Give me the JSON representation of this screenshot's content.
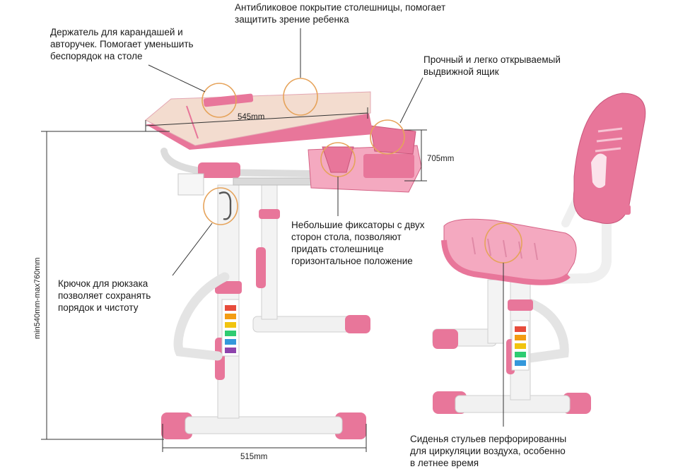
{
  "colors": {
    "pink": "#e8769a",
    "pink_light": "#f4a9c0",
    "desktop": "#f3dccf",
    "frame": "#f1f1f1",
    "frame_edge": "#cfcfcf",
    "callout_ring": "#e6a35a",
    "leader": "#333333"
  },
  "annotations": {
    "antiglare": "Антибликовое покрытие столешницы, помогает\nзащитить зрение ребенка",
    "pencil_holder": "Держатель для карандашей и\nавторучек. Помогает уменьшить\nбеспорядок на столе",
    "drawer": "Прочный и легко открываемый\nвыдвижной ящик",
    "latches": "Небольшие фиксаторы с двух\nсторон стола, позволяют\nпридать столешнице\nгоризонтальное положение",
    "hook": "Крючок для рюкзака\nпозволяет сохранять\nпорядок и чистоту",
    "seat": "Сиденья стульев перфорированны\nдля циркуляции воздуха, особенно\nв летнее время"
  },
  "dimensions": {
    "top_width": "545mm",
    "depth": "705mm",
    "base_width": "515mm",
    "height_range": "min540mm-max760mm"
  },
  "icons": {
    "desk": "kids-desk-illustration",
    "chair": "kids-chair-illustration"
  }
}
